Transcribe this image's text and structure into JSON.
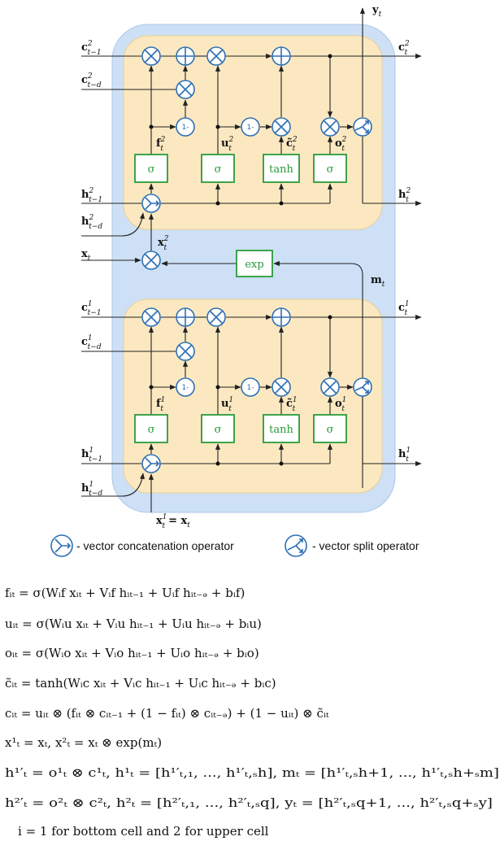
{
  "labels": {
    "y_t": "y",
    "y_t_sub": "t",
    "c2_prev": "c",
    "c2_prev_sup": "2",
    "c2_prev_sub": "t−1",
    "c2_d": "c",
    "c2_d_sup": "2",
    "c2_d_sub": "t−d",
    "c2_out": "c",
    "c2_out_sup": "2",
    "c2_out_sub": "t",
    "h2_prev": "h",
    "h2_prev_sup": "2",
    "h2_prev_sub": "t−1",
    "h2_d": "h",
    "h2_d_sup": "2",
    "h2_d_sub": "t−d",
    "h2_out": "h",
    "h2_out_sup": "2",
    "h2_out_sub": "t",
    "f2": "f",
    "f2_sup": "2",
    "f2_sub": "t",
    "u2": "u",
    "u2_sup": "2",
    "u2_sub": "t",
    "ct2": "c̃",
    "ct2_sup": "2",
    "ct2_sub": "t",
    "o2": "o",
    "o2_sup": "2",
    "o2_sub": "t",
    "x2": "x",
    "x2_sup": "2",
    "x2_sub": "t",
    "x_t": "x",
    "x_t_sub": "t",
    "m_t": "m",
    "m_t_sub": "t",
    "c1_prev": "c",
    "c1_prev_sup": "1",
    "c1_prev_sub": "t−1",
    "c1_d": "c",
    "c1_d_sup": "1",
    "c1_d_sub": "t−d",
    "c1_out": "c",
    "c1_out_sup": "1",
    "c1_out_sub": "t",
    "h1_prev": "h",
    "h1_prev_sup": "1",
    "h1_prev_sub": "t−1",
    "h1_d": "h",
    "h1_d_sup": "1",
    "h1_d_sub": "t−d",
    "h1_out": "h",
    "h1_out_sup": "1",
    "h1_out_sub": "t",
    "f1": "f",
    "f1_sup": "1",
    "f1_sub": "t",
    "u1": "u",
    "u1_sup": "1",
    "u1_sub": "t",
    "ct1": "c̃",
    "ct1_sup": "1",
    "ct1_sub": "t",
    "o1": "o",
    "o1_sup": "1",
    "o1_sub": "t",
    "x1_eq": "x",
    "x1_eq_sup": "1",
    "x1_eq_sub": "t",
    "x1_eq_rest": "= x",
    "x1_eq_rest_sub": "t"
  },
  "gates": {
    "sigma": "σ",
    "tanh": "tanh",
    "exp": "exp",
    "one_minus": "1-"
  },
  "legend": {
    "concat": "- vector concatenation operator",
    "split": "- vector split operator"
  },
  "equations": [
    "fᵢₜ = σ(Wᵢf xᵢₜ + Vᵢf hᵢₜ₋₁ + Uᵢf hᵢₜ₋ₔ + bᵢf)",
    "uᵢₜ = σ(Wᵢu xᵢₜ + Vᵢu hᵢₜ₋₁ + Uᵢu hᵢₜ₋ₔ + bᵢu)",
    "oᵢₜ = σ(Wᵢo xᵢₜ + Vᵢo hᵢₜ₋₁ + Uᵢo hᵢₜ₋ₔ + bᵢo)",
    "c̃ᵢₜ = tanh(Wᵢc xᵢₜ + Vᵢc hᵢₜ₋₁ + Uᵢc hᵢₜ₋ₔ + bᵢc)",
    "cᵢₜ = uᵢₜ ⊗ (fᵢₜ ⊗ cᵢₜ₋₁ + (1 − fᵢₜ) ⊗ cᵢₜ₋ₔ) + (1 − uᵢₜ) ⊗ c̃ᵢₜ",
    "x¹ₜ = xₜ,    x²ₜ = xₜ ⊗ exp(mₜ)",
    "h¹′ₜ = o¹ₜ ⊗ c¹ₜ,    h¹ₜ = [h¹′ₜ,₁, ..., h¹′ₜ,ₛh],    mₜ = [h¹′ₜ,ₛh+1, ..., h¹′ₜ,ₛh+ₛm]",
    "h²′ₜ = o²ₜ ⊗ c²ₜ,    h²ₜ = [h²′ₜ,₁, ..., h²′ₜ,ₛq],    yₜ = [h²′ₜ,ₛq+1, ..., h²′ₜ,ₛq+ₛy]",
    "i = 1 for bottom cell and 2 for upper cell"
  ]
}
